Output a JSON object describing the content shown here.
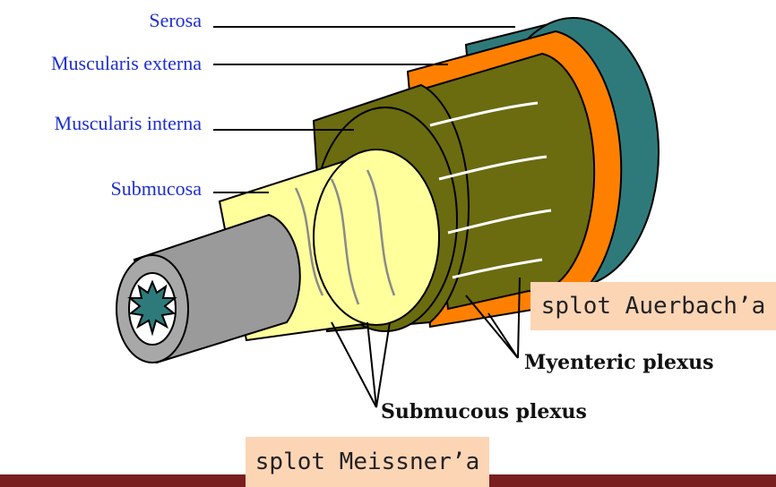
{
  "labels": {
    "serosa": "Serosa",
    "muscularis_externa": "Muscularis externa",
    "muscularis_interna": "Muscularis interna",
    "submucosa": "Submucosa",
    "myenteric_plexus": "Myenteric plexus",
    "submucous_plexus": "Submucous plexus"
  },
  "callouts": {
    "auerbach": "splot Auerbach’a",
    "meissner": "splot Meissner’a"
  },
  "colors": {
    "serosa": "#2e7a7a",
    "muscularis_externa": "#ff8000",
    "muscularis_interna": "#6b6b10",
    "submucosa": "#ffff9c",
    "mucosa": "#9a9a9a",
    "lumen": "#2e7a7a",
    "label_text": "#1f2fd0",
    "callout_bg": "#fcd5b5",
    "bottom_bar": "#7a1f1f"
  }
}
